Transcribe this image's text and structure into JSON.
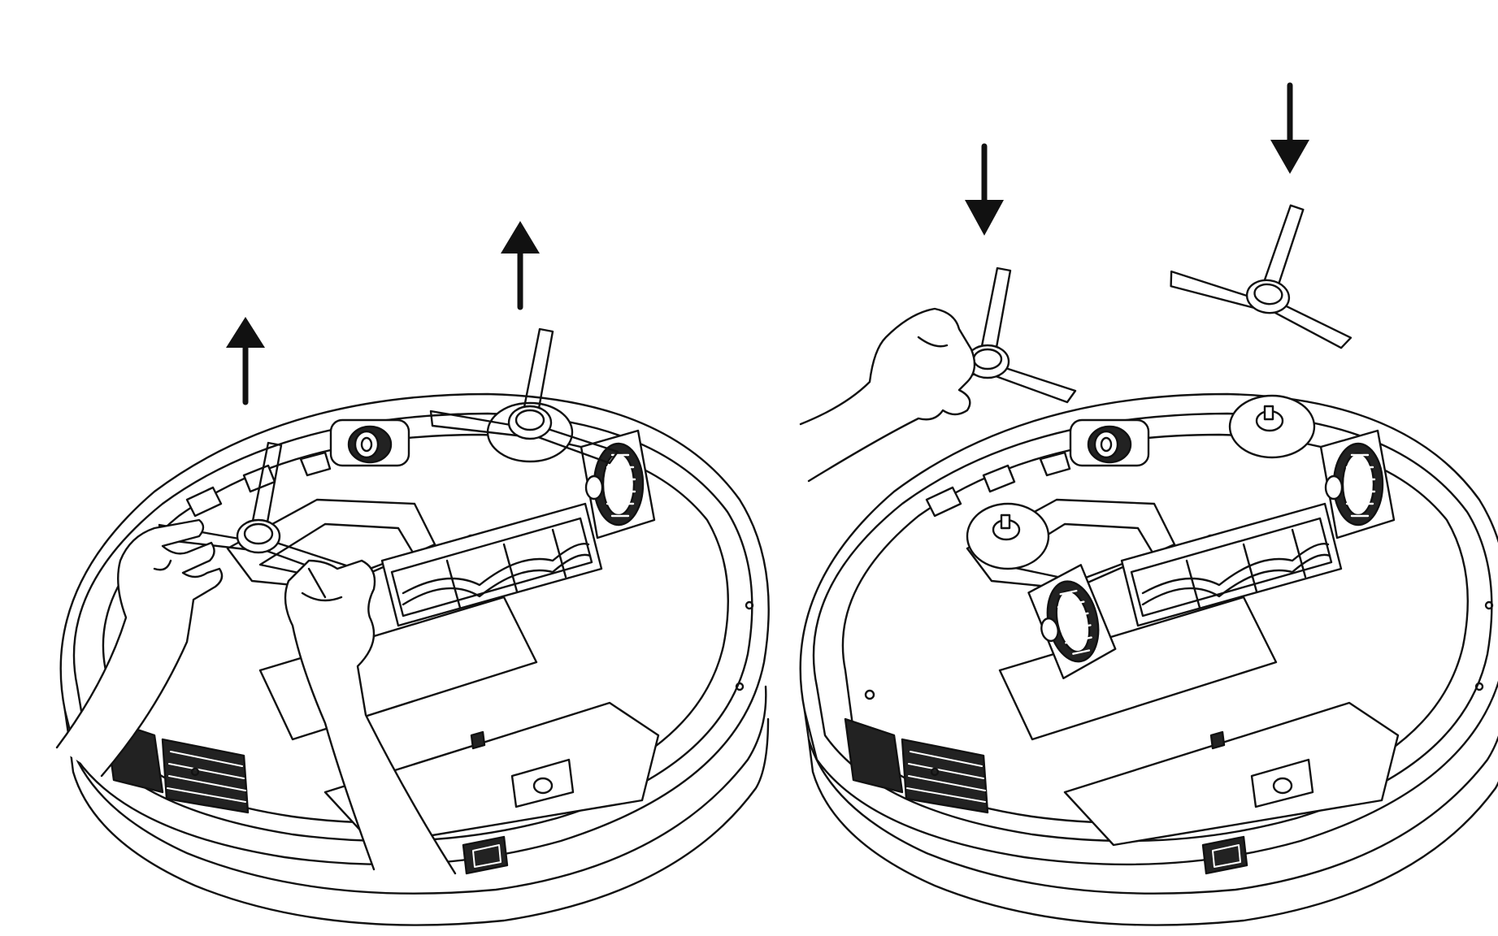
{
  "diagram": {
    "panels": [
      {
        "id": "remove",
        "arrows": [
          "up",
          "up"
        ],
        "side_brushes": [
          "held-in-hands",
          "on-robot"
        ],
        "hands": 2
      },
      {
        "id": "install",
        "arrows": [
          "down",
          "down"
        ],
        "side_brushes": [
          "held-in-hand",
          "floating"
        ],
        "hands": 1
      }
    ]
  },
  "colors": {
    "ink": "#111111",
    "paper": "#ffffff"
  }
}
